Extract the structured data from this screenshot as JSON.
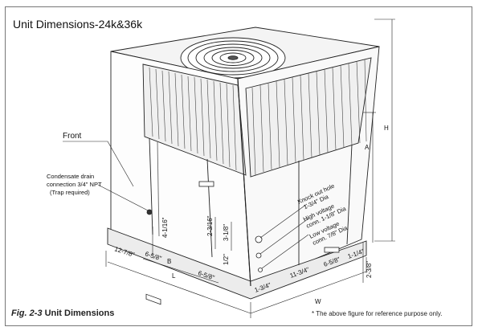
{
  "title": "Unit Dimensions-24k&36k",
  "figure": {
    "label": "Fig. 2-3",
    "caption": "Unit Dimensions"
  },
  "footnote": "* The above figure for reference purpose only.",
  "labels": {
    "front": "Front",
    "condensate_1": "Condensate drain",
    "condensate_2": "connection 3/4\" NPT",
    "condensate_3": "(Trap required)",
    "knockout_1": "Knock out hole",
    "knockout_2": "1-3/4\" Dia",
    "hv_1": "High voltage",
    "hv_2": "conn. 1-1/8\" Dia",
    "lv_1": "Low voltage",
    "lv_2": "conn. 7/8\" Dia"
  },
  "dimensions": {
    "H": "H",
    "A": "A",
    "W": "W",
    "L": "L",
    "B": "B",
    "d_12_7_8": "12-7/8\"",
    "d_6_5_8_a": "6-5/8\"",
    "d_6_5_8_b": "6-5/8\"",
    "d_6_5_8_c": "6-5/8\"",
    "d_4_1_16": "4-1/16\"",
    "d_2_3_16": "2-3/16\"",
    "d_3_1_8": "3-1/8\"",
    "d_1_2": "1/2\"",
    "d_1_3_4": "1-3/4\"",
    "d_11_3_4": "11-3/4\"",
    "d_1_1_4": "1-1/4\"",
    "d_2_3_8": "2-3/8\""
  }
}
